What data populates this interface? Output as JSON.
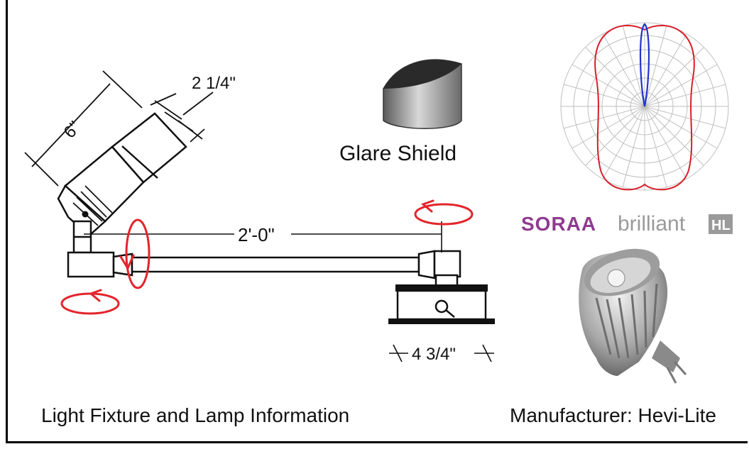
{
  "labels": {
    "dim_width": "2 1/4\"",
    "dim_length": "6\"",
    "dim_arm": "2'-0\"",
    "dim_base": "4 3/4\"",
    "glare_shield": "Glare Shield"
  },
  "captions": {
    "left": "Light Fixture and Lamp Information",
    "right": "Manufacturer: Hevi-Lite"
  },
  "logo": {
    "brand": "SORAA",
    "product": "brilliant",
    "badge": "HL"
  },
  "colors": {
    "line": "#111111",
    "rotation_arrows": "#e3242b",
    "polar_wide": "#d81e2a",
    "polar_narrow": "#2233cc",
    "soraa_purple": "#8e3b8f",
    "brilliant_gray": "#9a9a9a"
  }
}
